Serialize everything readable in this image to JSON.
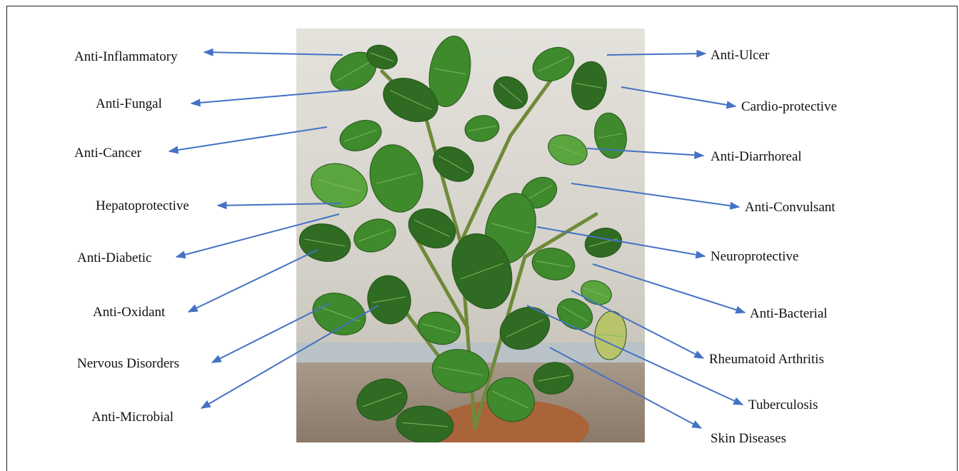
{
  "figure": {
    "left_labels": [
      "Anti-Inflammatory",
      "Anti-Fungal",
      "Anti-Cancer",
      "Hepatoprotective",
      "Anti-Diabetic",
      "Anti-Oxidant",
      "Nervous Disorders",
      "Anti-Microbial"
    ],
    "right_labels": [
      "Anti-Ulcer",
      "Cardio-protective",
      "Anti-Diarrhoreal",
      "Anti-Convulsant",
      "Neuroprotective",
      "Anti-Bacterial",
      "Rheumatoid Arthritis",
      "Tuberculosis",
      "Skin Diseases"
    ]
  },
  "colors": {
    "arrow": "#4472c4",
    "text": "#111111",
    "leaf_dark": "#2f6b22",
    "leaf_mid": "#3f8a2c",
    "leaf_light": "#5aa53d",
    "wall": "#d9d6cf",
    "floor": "#9a8a78",
    "pot": "#b06a3c"
  }
}
